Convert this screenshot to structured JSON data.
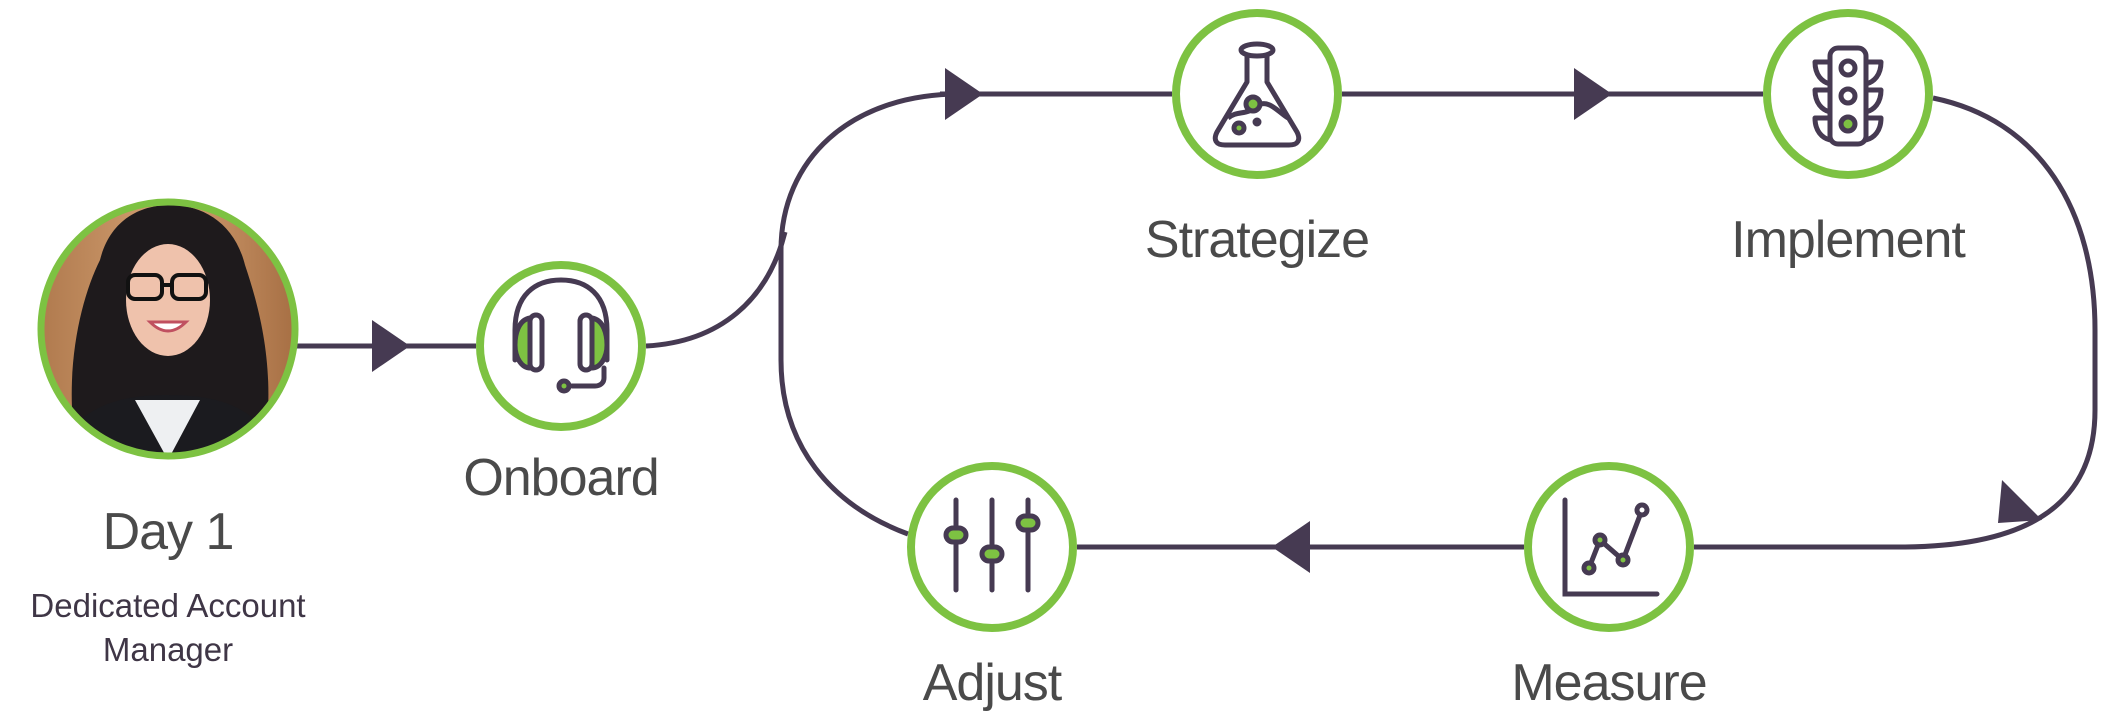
{
  "colors": {
    "accent": "#7dc242",
    "line": "#463a52",
    "text": "#4a4a4a"
  },
  "start": {
    "title": "Day 1",
    "subtitle_line1": "Dedicated Account",
    "subtitle_line2": "Manager",
    "image": "account-manager-photo"
  },
  "steps": [
    {
      "label": "Onboard",
      "icon": "headset-icon"
    },
    {
      "label": "Strategize",
      "icon": "flask-icon"
    },
    {
      "label": "Implement",
      "icon": "traffic-light-icon"
    },
    {
      "label": "Measure",
      "icon": "line-chart-icon"
    },
    {
      "label": "Adjust",
      "icon": "sliders-icon"
    }
  ]
}
